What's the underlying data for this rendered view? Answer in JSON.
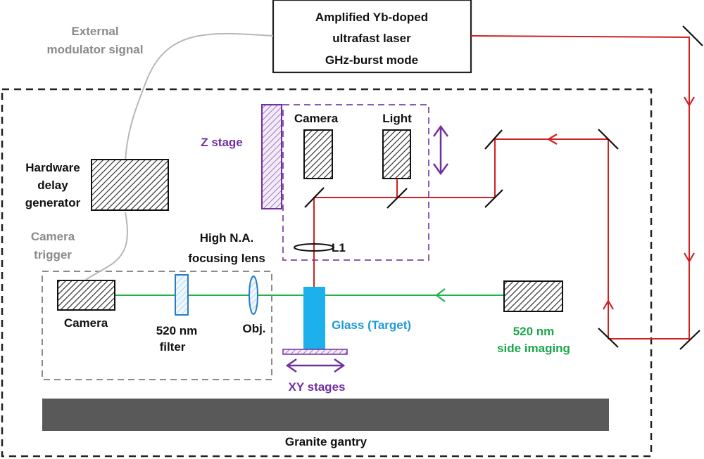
{
  "colors": {
    "laser_beam": "#d02020",
    "imaging_beam": "#22b24c",
    "stage_purple": "#7030a0",
    "target_blue": "#1c9ad6",
    "signal_gray": "#b8b8b8",
    "gantry": "#595959",
    "enclosure_dash": "#222222"
  },
  "laser_box": {
    "line1": "Amplified Yb-doped",
    "line2": "ultrafast laser",
    "line3": "GHz-burst mode"
  },
  "labels": {
    "external_modulator_line1": "External",
    "external_modulator_line2": "modulator signal",
    "delay_generator_line1": "Hardware",
    "delay_generator_line2": "delay",
    "delay_generator_line3": "generator",
    "camera_trigger_line1": "Camera",
    "camera_trigger_line2": "trigger",
    "z_stage": "Z stage",
    "top_camera": "Camera",
    "light": "Light",
    "lens_l1": "L1",
    "focusing_lens_line1": "High N.A.",
    "focusing_lens_line2": "focusing lens",
    "side_camera": "Camera",
    "filter_line1": "520 nm",
    "filter_line2": "filter",
    "objective": "Obj.",
    "glass_target": "Glass (Target)",
    "side_imaging_line1": "520 nm",
    "side_imaging_line2": "side imaging",
    "xy_stages": "XY stages",
    "granite_gantry": "Granite gantry"
  }
}
